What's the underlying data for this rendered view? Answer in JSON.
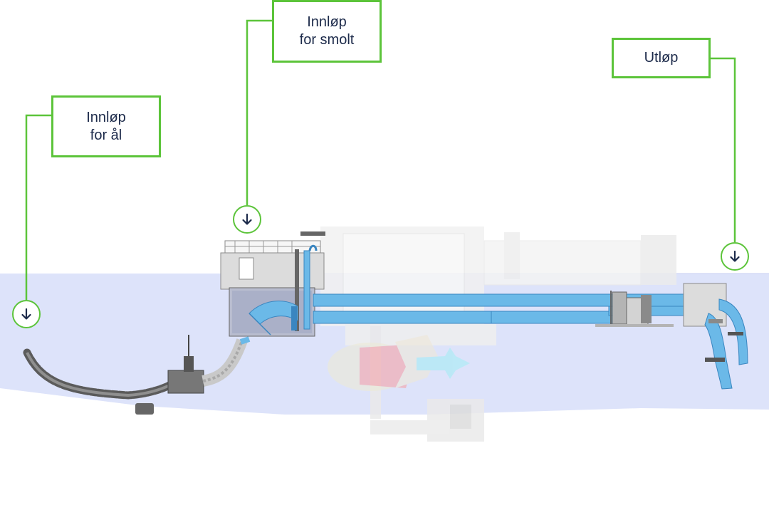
{
  "labels": {
    "eel_inlet": {
      "line1": "Innløp",
      "line2": "for ål"
    },
    "smolt_inlet": {
      "line1": "Innløp",
      "line2": "for smolt"
    },
    "outlet": {
      "line1": "Utløp"
    }
  },
  "colors": {
    "accent_green": "#5cc43a",
    "water": "#dde3fa",
    "pipe_blue": "#6bb9e8",
    "pipe_outline": "#3a86c0",
    "text_navy": "#1c2a4a",
    "hose_gray": "#666666",
    "structure_gray": "#a9a9a9",
    "turbine_pink": "#f5a3a8",
    "turbine_cyan": "#a6ecf5",
    "ghost_structure": "#ececec"
  },
  "icons": {
    "marker": "arrow-down-icon"
  }
}
